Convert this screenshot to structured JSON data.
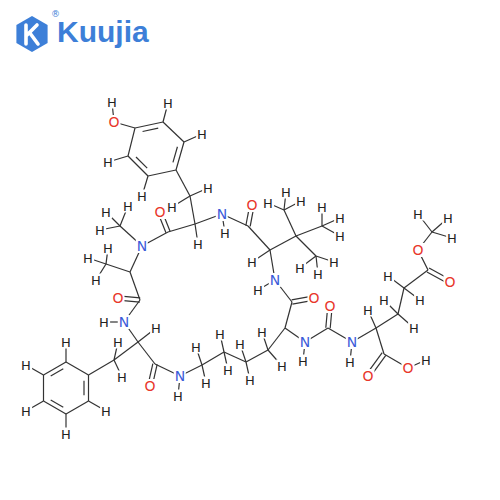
{
  "diagram": {
    "labels": [
      "Kuujia",
      "®",
      "H",
      "O",
      "H",
      "H",
      "H",
      "H",
      "H",
      "H",
      "O",
      "N",
      "O",
      "H",
      "H",
      "H",
      "H",
      "H",
      "H",
      "H",
      "H",
      "H",
      "H",
      "H",
      "N",
      "H",
      "H",
      "H",
      "H",
      "N",
      "H",
      "H",
      "H",
      "H",
      "O",
      "O",
      "O",
      "H",
      "H",
      "H",
      "O",
      "H",
      "H",
      "O",
      "H",
      "H",
      "H",
      "N",
      "H",
      "H",
      "H",
      "N",
      "N",
      "H",
      "H",
      "H",
      "H",
      "H",
      "H",
      "H",
      "H",
      "H",
      "H",
      "H",
      "H",
      "H",
      "N",
      "H",
      "O",
      "O",
      "O",
      "H",
      "H",
      "H",
      "H"
    ]
  }
}
